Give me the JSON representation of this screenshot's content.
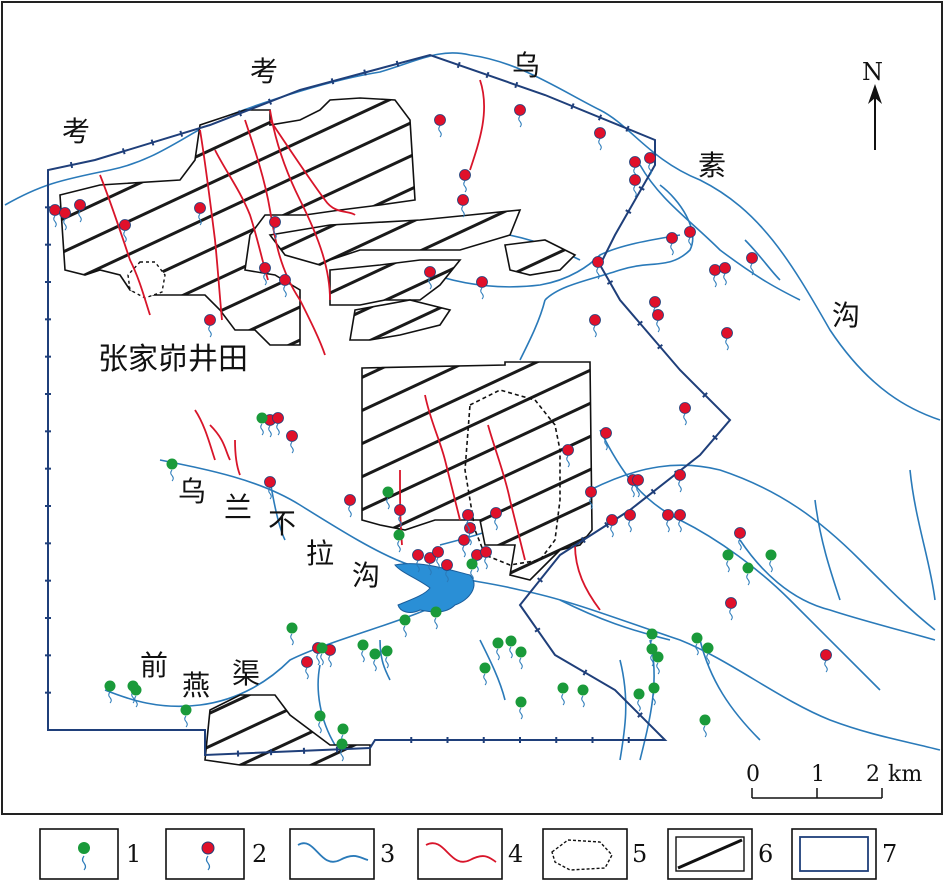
{
  "map": {
    "labels": {
      "kao1": "考",
      "kao2": "考",
      "wu_top": "乌",
      "su": "素",
      "gou_right": "沟",
      "zhangjiamao": "张家峁井田",
      "wulan": [
        "乌",
        "兰",
        "不",
        "拉",
        "沟"
      ],
      "qianyanqu": [
        "前",
        "燕",
        "渠"
      ]
    },
    "north": "N",
    "scale": {
      "ticks": [
        "0",
        "1",
        "2"
      ],
      "unit": "km"
    }
  },
  "legend": {
    "items": [
      {
        "num": "1",
        "symbol": "green-spring"
      },
      {
        "num": "2",
        "symbol": "red-spring"
      },
      {
        "num": "3",
        "symbol": "river"
      },
      {
        "num": "4",
        "symbol": "red-gully"
      },
      {
        "num": "5",
        "symbol": "hatched-dashed-boundary"
      },
      {
        "num": "6",
        "symbol": "hatched-block"
      },
      {
        "num": "7",
        "symbol": "dashed-boundary"
      }
    ]
  },
  "colors": {
    "river": "#2a7ab9",
    "red_spring": "#e0102a",
    "green_spring": "#1a9a3a",
    "boundary": "#1f3f7a",
    "gully": "#d8152a",
    "lake": "#2a8fd6"
  }
}
